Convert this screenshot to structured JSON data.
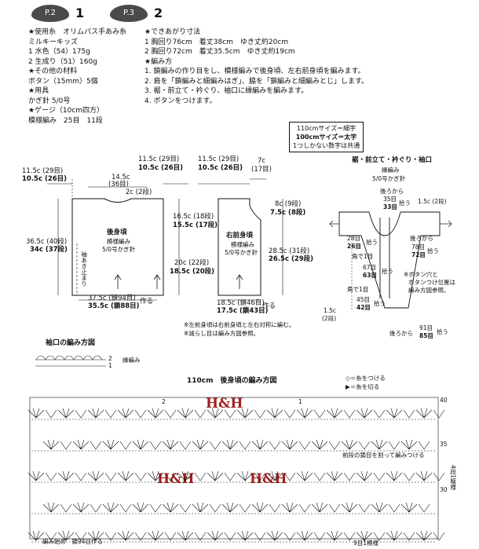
{
  "header": {
    "tags": [
      "P.2",
      "P.3"
    ],
    "nums": [
      "1",
      "2"
    ]
  },
  "materials": {
    "lines": [
      "★使用糸　オリムパス手あみ糸",
      "ミルキーキッズ",
      "1 水色（54）175g",
      "2 生成り（51）160g",
      "★その他の材料",
      "ボタン（15mm）5個",
      "★用具",
      "かぎ針 5/0号",
      "★ゲージ（10cm四方）",
      "模様編み　25目　11段"
    ]
  },
  "sizes": {
    "lines": [
      "★できあがり寸法",
      "1 胸回り76cm　着丈38cm　ゆき丈約20cm",
      "2 胸回り72cm　着丈35.5cm　ゆき丈約19cm",
      "★編み方",
      "1. 鎖編みの作り目をし、模様編みで後身頃、左右前身頃を編みます。",
      "2. 肩を「鎖編みと細編みはぎ」、脇を「鎖編みと細編みとじ」します。",
      "3. 裾・前立て・衿ぐり、袖口に縁編みを編みます。",
      "4. ボタンをつけます。"
    ]
  },
  "legend": [
    "110cmサイズ＝細字",
    "100cmサイズ＝太字",
    "1つしかない数字は共通"
  ],
  "back": {
    "title": "後身頃",
    "sub1": "模様編み",
    "sub2": "5/0号かぎ針",
    "side": "袖あき止まり",
    "top_a": "11.5c (29目)",
    "top_b": "10.5c (26目)",
    "mid_a": "14.5c",
    "mid_b": "(36目)",
    "neck": "2c (2段)",
    "top_r_a": "11.5c (29目)",
    "top_r_b": "10.5c (26目)",
    "left_a": "36.5c (40段)",
    "left_b": "34c (37段)",
    "rt_a": "16.5c (18段)",
    "rt_b": "15.5c (17段)",
    "rb_a": "20c (22段)",
    "rb_b": "18.5c (20段)",
    "bot_a": "37.5c (鎖94目)",
    "bot_b": "35.5c (鎖88目)",
    "bot_c": "作る"
  },
  "front": {
    "title": "右前身頃",
    "sub1": "模様編み",
    "sub2": "5/0号かぎ針",
    "top_a": "11.5c (29目)",
    "top_b": "10.5c (26目)",
    "tr_a": "7c",
    "tr_b": "(17目)",
    "r1_a": "8c (9段)",
    "r1_b": "7.5c (8段)",
    "r2_a": "28.5c (31段)",
    "r2_b": "26.5c (29段)",
    "bot_a": "18.5c (鎖46目)",
    "bot_b": "17.5c (鎖43目)",
    "bot_c": "作る",
    "note1": "※左前身頃は右前身頃と左右対称に編む。",
    "note2": "※減らし目は編み方図参照。"
  },
  "edging": {
    "title": "裾・前立て・衿ぐり・袖口",
    "sub1": "縁編み",
    "sub2": "5/0号かぎ針",
    "back_a": "後ろから",
    "back_b": "35目",
    "back_c": "33目",
    "back_d": "拾う",
    "c15": "1.5c (2段)",
    "l28a": "28目",
    "l28b": "26目",
    "l28c": "拾う",
    "r78a": "後ろから",
    "r78b": "78目",
    "r78c": "72目",
    "r78d": "拾う",
    "corner1": "角で1目",
    "m67a": "67目",
    "m67b": "63目",
    "m67c": "拾う",
    "corner2": "角で1目",
    "m45a": "45目",
    "m45b": "42目",
    "m45c": "拾う",
    "lb_a": "1.5c",
    "lb_b": "(2段)",
    "bot_a": "後ろから",
    "bot_b": "91目",
    "bot_c": "85目",
    "bot_d": "拾う",
    "note1": "※ボタン穴と",
    "note2": "ボタンつけ位置は",
    "note3": "編み方図参照。"
  },
  "sleeve": {
    "title": "袖口の編み方図",
    "r1": "1",
    "r2": "2",
    "label": "縁編み"
  },
  "diagram": {
    "title": "110cm　後身頃の編み方図",
    "key1": "＝糸をつける",
    "key2": "＝糸を切る",
    "watermark": "H&H",
    "row40": "40",
    "row35": "35",
    "row30": "30",
    "note_mid": "前段の鎖目を割って編みつける",
    "repeat_a": "4段1模様",
    "start": "編み始め　鎖94目作る",
    "pattern": "9目1模様",
    "n2": "2",
    "n1": "1"
  },
  "colors": {
    "ink": "#111111",
    "tag": "#4a4a4a",
    "watermark": "#a02020"
  }
}
